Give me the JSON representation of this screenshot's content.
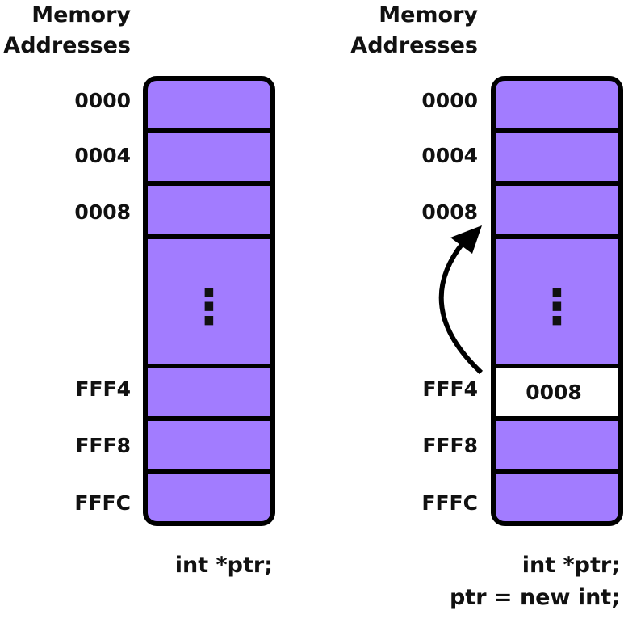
{
  "colors": {
    "cell_fill": "#a27cff",
    "highlight_fill": "#ffffff",
    "stroke": "#000000",
    "text": "#111111"
  },
  "left_panel": {
    "header_line1": "Memory",
    "header_line2": "Addresses",
    "addresses": [
      "0000",
      "0004",
      "0008",
      "FFF4",
      "FFF8",
      "FFFC"
    ],
    "ellipsis": "⋮",
    "code_line1": "int *ptr;"
  },
  "right_panel": {
    "header_line1": "Memory",
    "header_line2": "Addresses",
    "addresses": [
      "0000",
      "0004",
      "0008",
      "FFF4",
      "FFF8",
      "FFFC"
    ],
    "ellipsis": "⋮",
    "pointer_cell_value": "0008",
    "code_line1": "int *ptr;",
    "code_line2": "ptr = new int;"
  }
}
